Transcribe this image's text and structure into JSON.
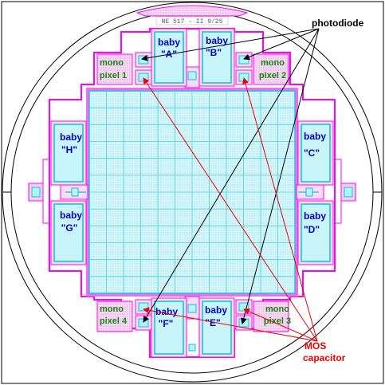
{
  "colors": {
    "outline": "#000000",
    "magenta": "#ff00ff",
    "cyan": "#00e5ee",
    "cyan_fill": "#d6f6fa",
    "grid": "#4fcfe0",
    "pink_fill": "#f6d8f2",
    "label_blue": "#0000cc",
    "label_green": "#118811",
    "label_red": "#ee0000"
  },
  "chip_title": "NE 517 - II  9/25",
  "labels": {
    "photodiode": "photodiode",
    "mos": "MOS",
    "capacitor": "capacitor"
  },
  "babies": [
    {
      "id": "A",
      "line1": "baby",
      "line2": "\"A\""
    },
    {
      "id": "B",
      "line1": "baby",
      "line2": "\"B\""
    },
    {
      "id": "C",
      "line1": "baby",
      "line2": "\"C\""
    },
    {
      "id": "D",
      "line1": "baby",
      "line2": "\"D\""
    },
    {
      "id": "E",
      "line1": "baby",
      "line2": "\"E\""
    },
    {
      "id": "F",
      "line1": "baby",
      "line2": "\"F\""
    },
    {
      "id": "G",
      "line1": "baby",
      "line2": "\"G\""
    },
    {
      "id": "H",
      "line1": "baby",
      "line2": "\"H\""
    }
  ],
  "monos": [
    {
      "id": "1",
      "line1": "mono",
      "line2": "pixel 1"
    },
    {
      "id": "2",
      "line1": "mono",
      "line2": "pixel 2"
    },
    {
      "id": "3",
      "line1": "mono",
      "line2": "pixel 3"
    },
    {
      "id": "4",
      "line1": "mono",
      "line2": "pixel 4"
    }
  ]
}
